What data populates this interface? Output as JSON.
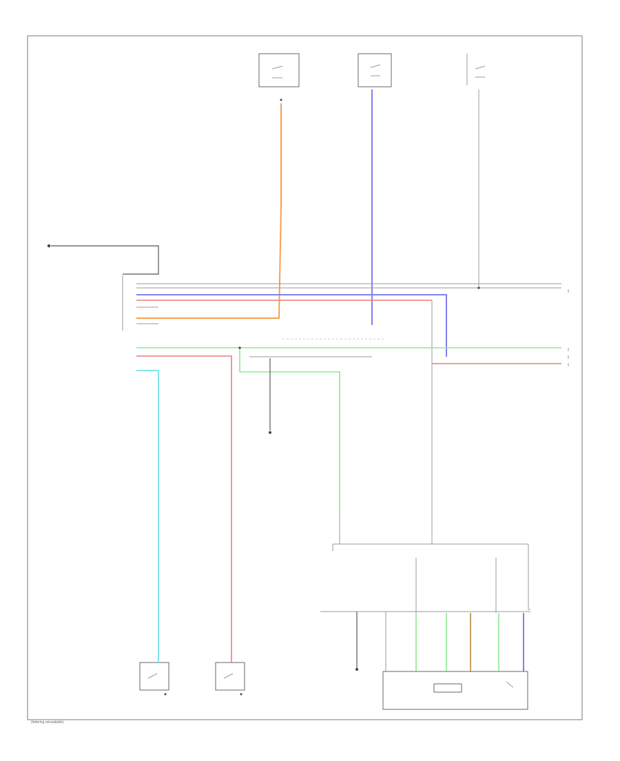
{
  "page_label": "(lettering unreadable)",
  "components": [
    {
      "id": "fuse-block-1",
      "lines": []
    },
    {
      "id": "fuse-block-2",
      "lines": []
    },
    {
      "id": "fuse-block-3",
      "lines": []
    },
    {
      "id": "left-header-connector",
      "lines": []
    },
    {
      "id": "left-door-switch",
      "lines": []
    },
    {
      "id": "right-door-switch",
      "lines": []
    },
    {
      "id": "control-module",
      "lines": []
    }
  ],
  "colors": {
    "orange": "#f5a050",
    "blue": "#8080ee",
    "red": "#ee7a7a",
    "green": "#8de88d",
    "cyan": "#7fe6ea",
    "tan": "#c9a060",
    "gray": "#9a9a9a"
  }
}
